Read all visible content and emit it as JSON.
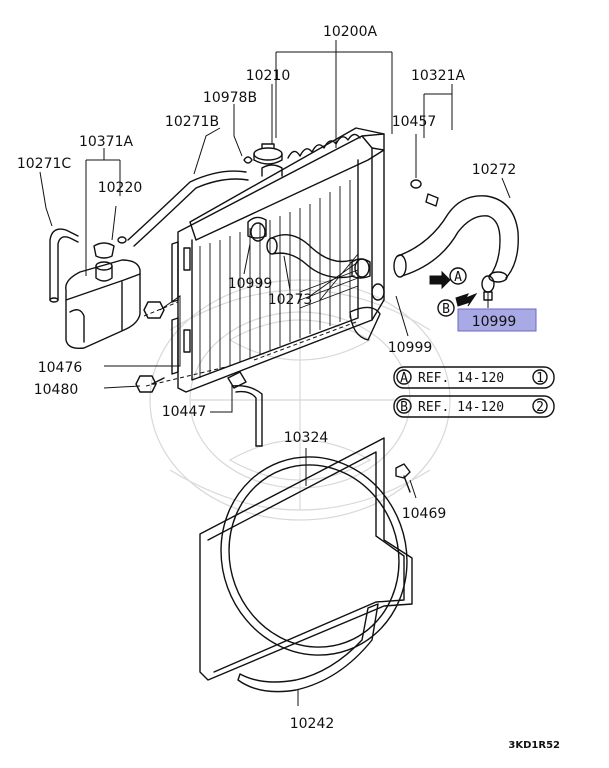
{
  "parts": {
    "p10200A": "10200A",
    "p10210": "10210",
    "p10321A": "10321A",
    "p10978B": "10978B",
    "p10457": "10457",
    "p10271B": "10271B",
    "p10371A": "10371A",
    "p10271C": "10271C",
    "p10220": "10220",
    "p10272": "10272",
    "p10999_left": "10999",
    "p10273": "10273",
    "p10999_highlight": "10999",
    "p10999_bottom": "10999",
    "p10476": "10476",
    "p10480": "10480",
    "p10447": "10447",
    "p10324": "10324",
    "p10469": "10469",
    "p10242": "10242"
  },
  "callouts": {
    "a_letter": "A",
    "b_letter": "B"
  },
  "references": {
    "ref_a_letter": "A",
    "ref_a_text": "REF. 14-120",
    "ref_a_num": "1",
    "ref_b_letter": "B",
    "ref_b_text": "REF. 14-120",
    "ref_b_num": "2"
  },
  "diagram_code": "3KD1R52",
  "colors": {
    "highlight_fill": "#a9a9e6",
    "highlight_stroke": "#6a6ac4"
  }
}
